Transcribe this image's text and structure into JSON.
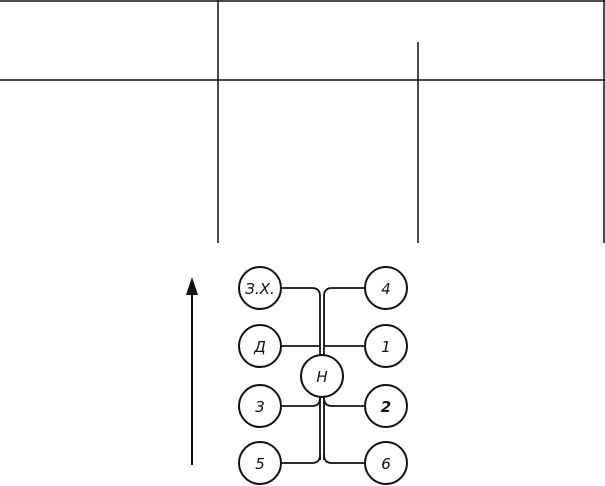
{
  "table": {
    "header_row1": [
      "",
      ""
    ],
    "header_row2": [
      "",
      ""
    ],
    "body_row": [
      "",
      "",
      ""
    ]
  },
  "diagram": {
    "nodes": [
      {
        "id": "reverse",
        "label": "З.Х."
      },
      {
        "id": "gear-4",
        "label": "4"
      },
      {
        "id": "gear-d",
        "label": "Д"
      },
      {
        "id": "gear-1",
        "label": "1"
      },
      {
        "id": "neutral",
        "label": "Н"
      },
      {
        "id": "gear-3",
        "label": "3"
      },
      {
        "id": "gear-2",
        "label": "2"
      },
      {
        "id": "gear-5",
        "label": "5"
      },
      {
        "id": "gear-6",
        "label": "6"
      }
    ]
  }
}
